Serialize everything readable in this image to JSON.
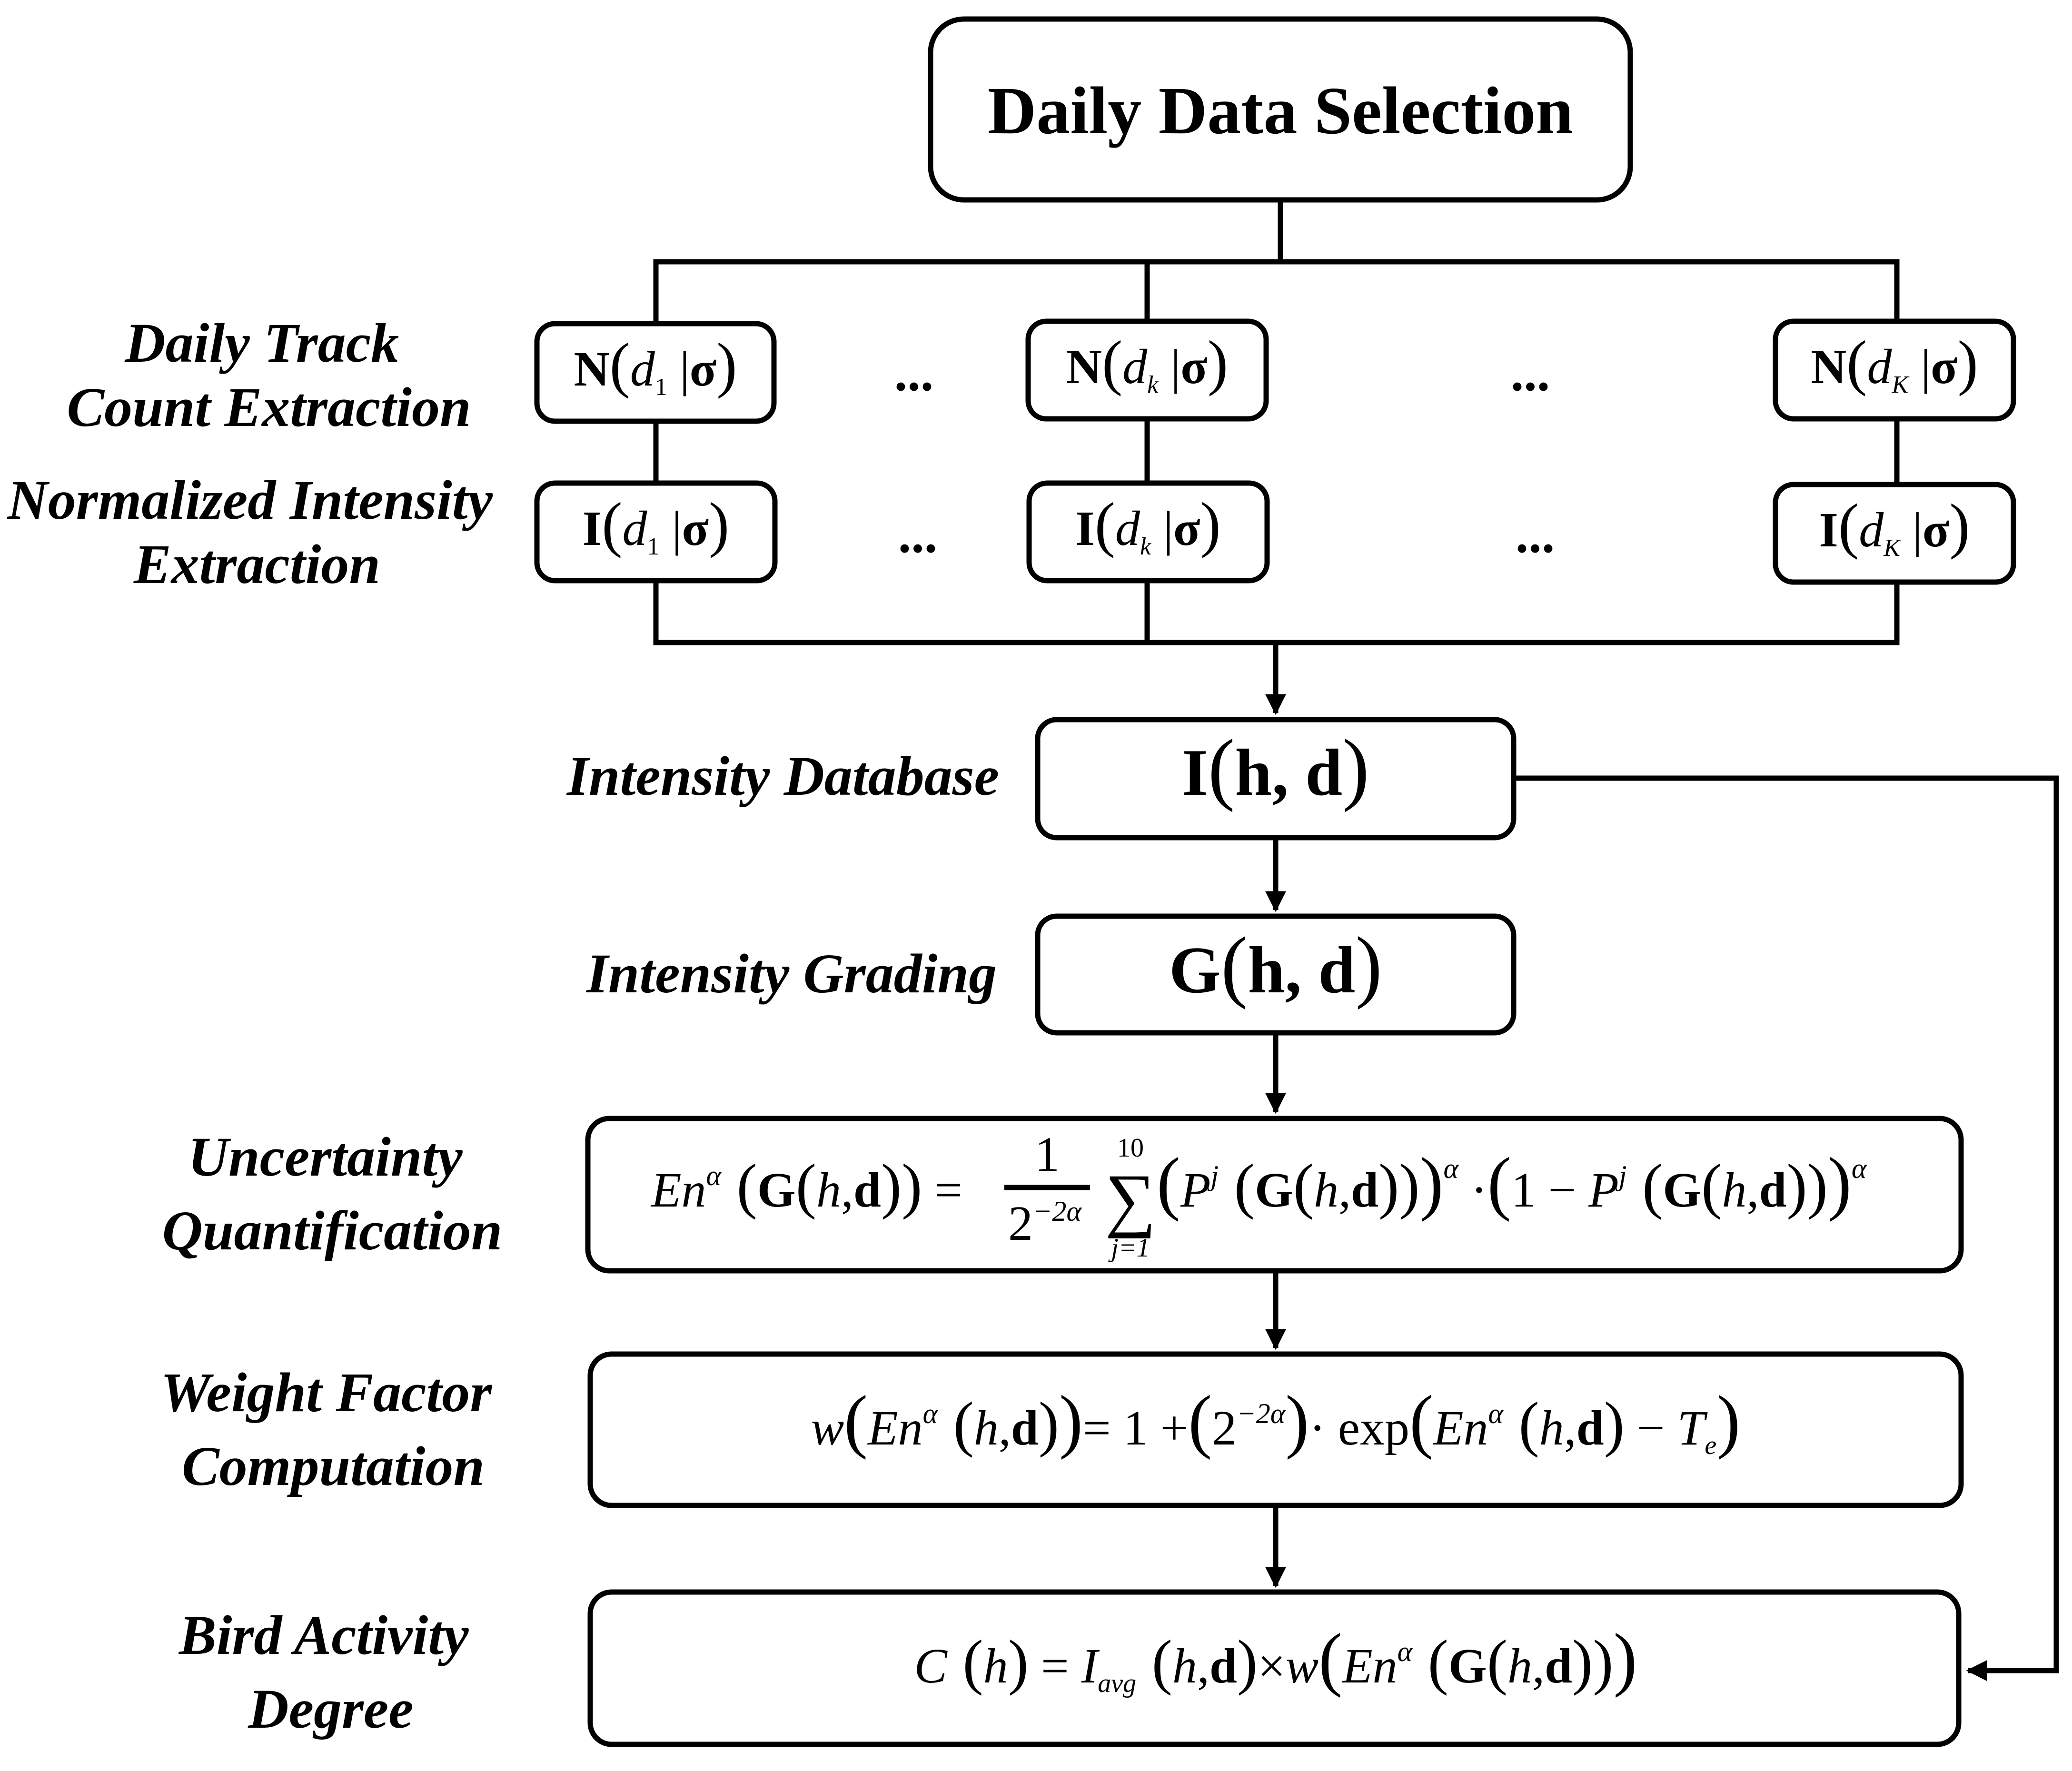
{
  "title": "Daily Data Selection",
  "side_labels": {
    "track_count": [
      "Daily Track",
      "Count Extraction"
    ],
    "normalized_intensity": [
      "Normalized Intensity",
      "Extraction"
    ],
    "intensity_database": "Intensity Database",
    "intensity_grading": "Intensity Grading",
    "uncertainty": [
      "Uncertainty",
      "Quantification"
    ],
    "weight_factor": [
      "Weight Factor",
      "Computation"
    ],
    "bird_activity": [
      "Bird Activity",
      "Degree"
    ]
  },
  "count_boxes": [
    {
      "func": "N",
      "var": "d",
      "sub": "1",
      "given": "σ"
    },
    {
      "func": "N",
      "var": "d",
      "sub": "k",
      "given": "σ"
    },
    {
      "func": "N",
      "var": "d",
      "sub": "K",
      "given": "σ"
    }
  ],
  "intensity_boxes": [
    {
      "func": "I",
      "var": "d",
      "sub": "1",
      "given": "σ"
    },
    {
      "func": "I",
      "var": "d",
      "sub": "k",
      "given": "σ"
    },
    {
      "func": "I",
      "var": "d",
      "sub": "K",
      "given": "σ"
    }
  ],
  "ellipsis": "...",
  "database_formula": {
    "func": "I",
    "args": "h, d"
  },
  "grading_formula": {
    "func": "G",
    "args": "h, d"
  },
  "uncertainty_formula": {
    "lhs": "En",
    "alpha": "α",
    "G": "G",
    "h": "h",
    "d": "d",
    "eq": "=",
    "num": "1",
    "den_base": "2",
    "den_exp": "−2α",
    "sum_upper": "10",
    "sum_lower": "j=1",
    "sum": "∑",
    "P": "P",
    "j": "j",
    "one_minus": "1 −",
    "dot": "·"
  },
  "weight_formula": {
    "w": "w",
    "En": "En",
    "alpha": "α",
    "h": "h",
    "d": "d",
    "eq_one_plus": "= 1 +",
    "two": "2",
    "neg2a": "−2α",
    "dot_exp": "· exp",
    "minus": "−",
    "T": "T",
    "T_sub": "e"
  },
  "activity_formula": {
    "C": "C",
    "h": "h",
    "eq": "=",
    "I": "I",
    "I_sub": "avg",
    "d": "d",
    "times": "×",
    "w": "w",
    "En": "En",
    "alpha": "α",
    "G": "G"
  }
}
